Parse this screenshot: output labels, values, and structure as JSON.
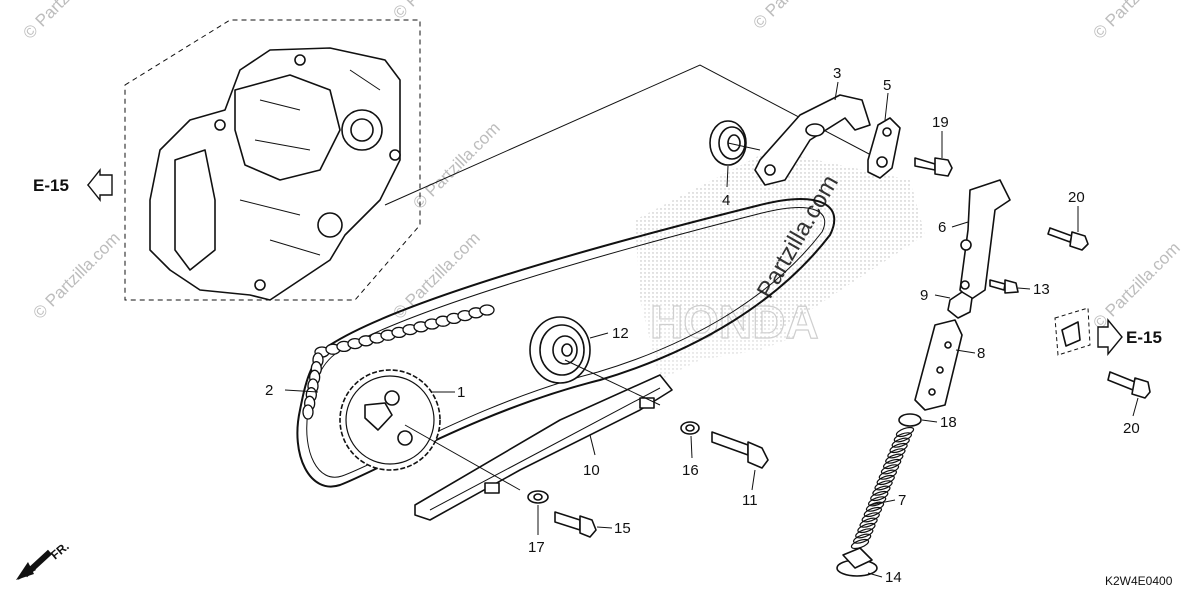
{
  "diagram": {
    "code": "K2W4E0400",
    "fr_label": "FR.",
    "ref_left": "E-15",
    "ref_right": "E-15",
    "watermark_main": "Partzilla.com",
    "watermark_small": "© Partzilla.com",
    "callouts": [
      "1",
      "2",
      "3",
      "4",
      "5",
      "6",
      "7",
      "8",
      "9",
      "10",
      "11",
      "12",
      "13",
      "14",
      "15",
      "16",
      "17",
      "18",
      "19",
      "20",
      "20"
    ],
    "colors": {
      "line": "#111111",
      "dots": "#9a9a9a",
      "watermark": "#bdbdbd"
    }
  }
}
